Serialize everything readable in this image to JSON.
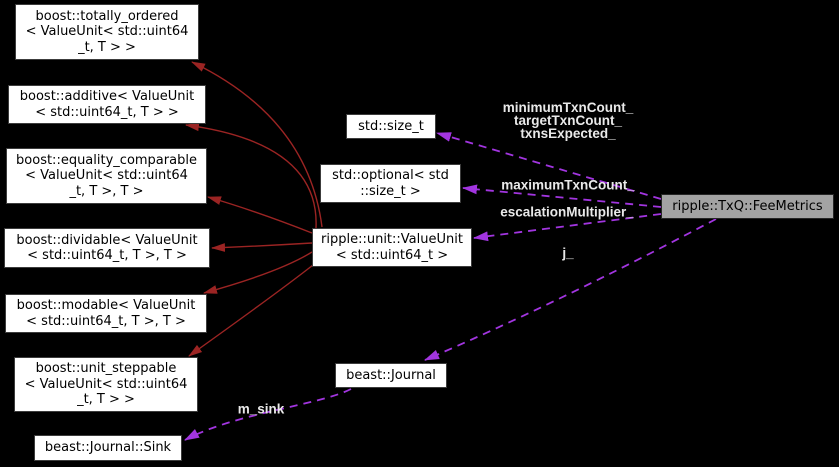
{
  "diagram": {
    "kind": "doxygen-collaboration-graph",
    "highlighted_node": "ripple::TxQ::FeeMetrics",
    "colors": {
      "background": "#000000",
      "node_fill": "#ffffff",
      "node_border": "#3c3c3c",
      "highlight_node_fill": "#a3a3a3",
      "inheritance_edge": "#9b2423",
      "usage_edge": "#a235e0",
      "edge_label_text": "#e9e9e9",
      "node_text": "#000000"
    }
  },
  "nodes": [
    {
      "id": "boost-totally-ordered",
      "label": "boost::totally_ordered\n< ValueUnit< std::uint64\n_t, T > >"
    },
    {
      "id": "boost-additive",
      "label": "boost::additive< ValueUnit\n< std::uint64_t, T > >"
    },
    {
      "id": "boost-equality-comparable",
      "label": "boost::equality_comparable\n< ValueUnit< std::uint64\n_t, T >, T >"
    },
    {
      "id": "boost-dividable",
      "label": "boost::dividable< ValueUnit\n< std::uint64_t, T >, T >"
    },
    {
      "id": "boost-modable",
      "label": "boost::modable< ValueUnit\n< std::uint64_t, T >, T >"
    },
    {
      "id": "boost-unit-steppable",
      "label": "boost::unit_steppable\n< ValueUnit< std::uint64\n_t, T > >"
    },
    {
      "id": "beast-journal-sink",
      "label": "beast::Journal::Sink"
    },
    {
      "id": "ripple-unit-valueunit",
      "label": "ripple::unit::ValueUnit\n< std::uint64_t >"
    },
    {
      "id": "std-size-t",
      "label": "std::size_t"
    },
    {
      "id": "std-optional-size-t",
      "label": "std::optional< std\n::size_t >"
    },
    {
      "id": "beast-journal",
      "label": "beast::Journal"
    },
    {
      "id": "ripple-txq-feemetrics",
      "label": "ripple::TxQ::FeeMetrics"
    }
  ],
  "edge_labels": [
    {
      "id": "min-target-txns",
      "text": "minimumTxnCount_\ntargetTxnCount_\ntxnsExpected_"
    },
    {
      "id": "maximumTxnCount",
      "text": "maximumTxnCount_"
    },
    {
      "id": "escalationMultiplier",
      "text": "escalationMultiplier_"
    },
    {
      "id": "j",
      "text": "j_"
    },
    {
      "id": "m-sink",
      "text": "m_sink"
    }
  ]
}
